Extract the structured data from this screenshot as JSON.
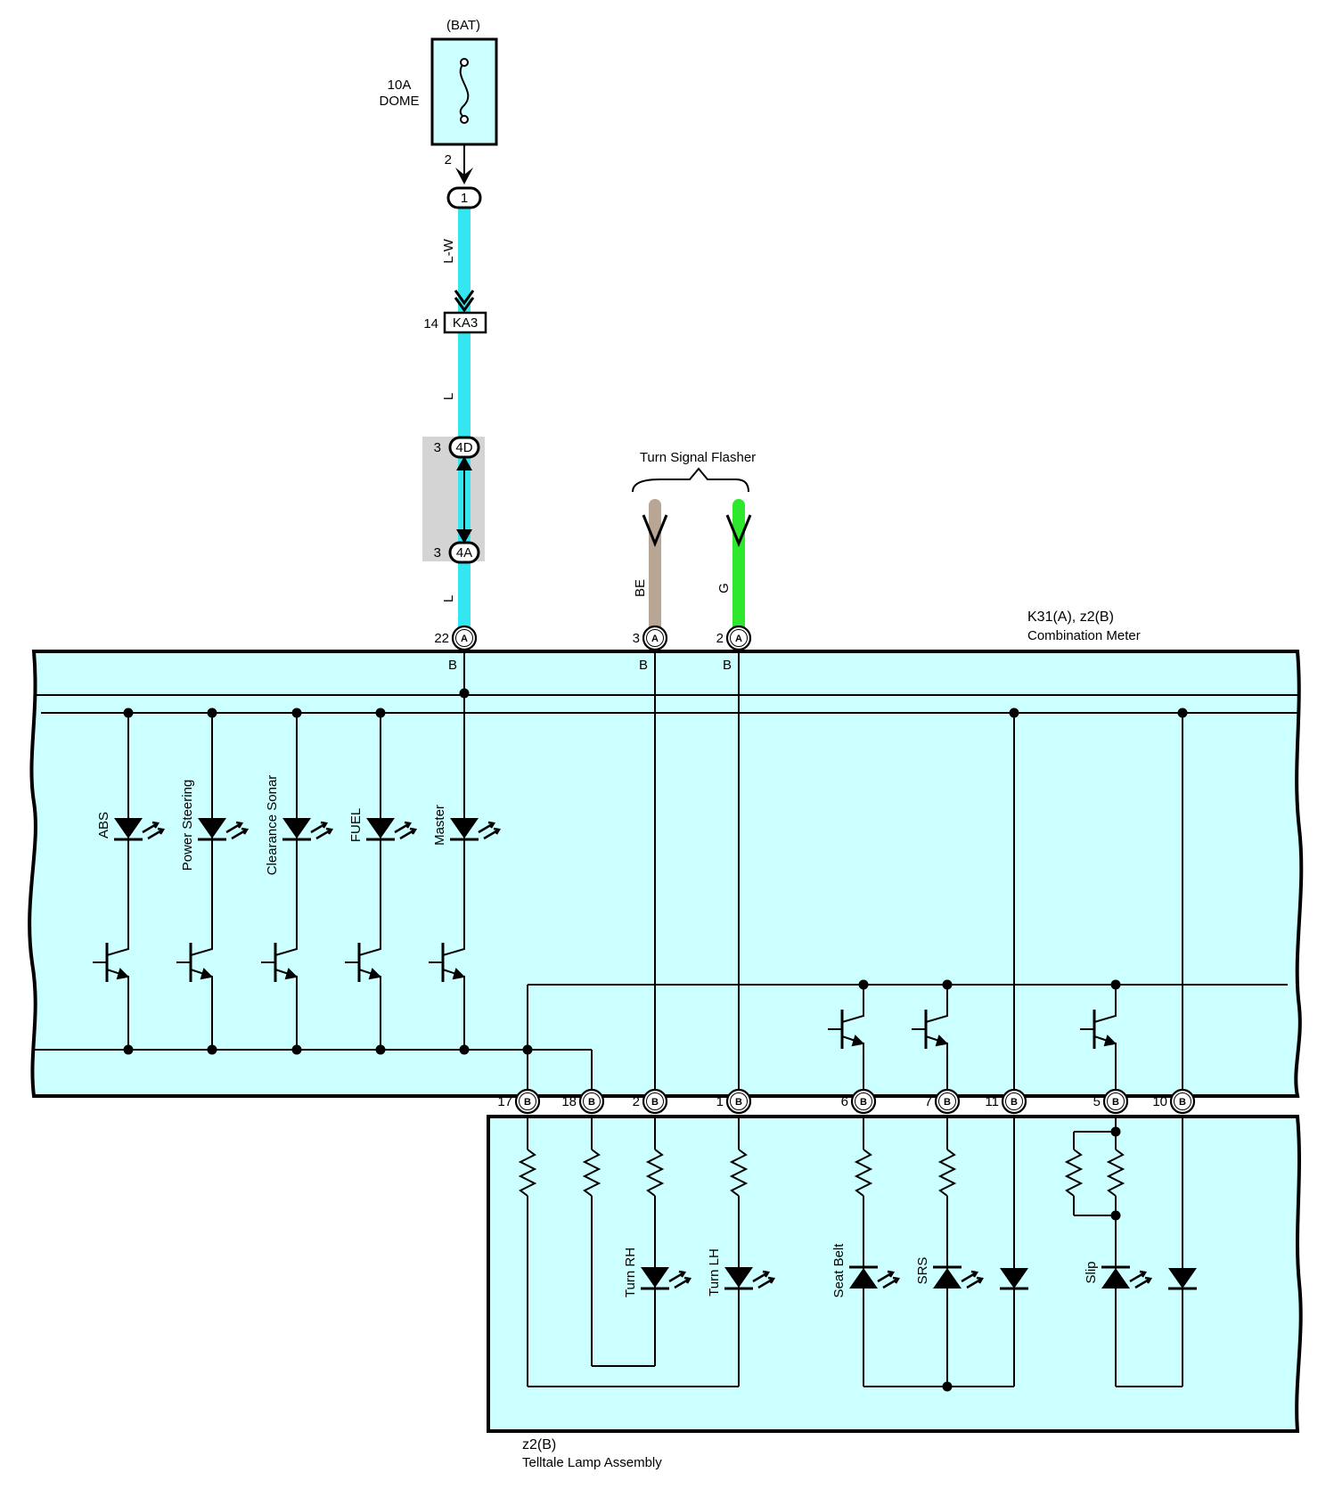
{
  "fuse": {
    "source": "(BAT)",
    "rating": "10A",
    "name": "DOME",
    "out_pin": "2"
  },
  "connectors": {
    "junction_1": "1",
    "ka3": {
      "id": "KA3",
      "pin": "14"
    },
    "j4d": {
      "id": "4D",
      "pin": "3"
    },
    "j4a": {
      "id": "4A",
      "pin": "3"
    }
  },
  "wires": {
    "lw": {
      "label": "L-W",
      "color": "#33e6f0"
    },
    "l_upper": {
      "label": "L",
      "color": "#33e6f0"
    },
    "l_lower": {
      "label": "L",
      "color": "#33e6f0"
    },
    "be": {
      "label": "BE",
      "color": "#b8a593"
    },
    "g": {
      "label": "G",
      "color": "#2ee82e"
    }
  },
  "flasher": {
    "title": "Turn Signal Flasher"
  },
  "combination_meter": {
    "connector": "K31(A), z2(B)",
    "name": "Combination Meter",
    "fill": "#ccffff",
    "pins_top": [
      {
        "num": "22",
        "conn": "A",
        "bus": "B"
      },
      {
        "num": "3",
        "conn": "A",
        "bus": "B"
      },
      {
        "num": "2",
        "conn": "A",
        "bus": "B"
      }
    ],
    "indicators": [
      "ABS",
      "Power Steering",
      "Clearance Sonar",
      "FUEL",
      "Master"
    ]
  },
  "pins_bottom": [
    {
      "num": "17",
      "conn": "B"
    },
    {
      "num": "18",
      "conn": "B"
    },
    {
      "num": "2",
      "conn": "B"
    },
    {
      "num": "1",
      "conn": "B"
    },
    {
      "num": "6",
      "conn": "B"
    },
    {
      "num": "7",
      "conn": "B"
    },
    {
      "num": "11",
      "conn": "B"
    },
    {
      "num": "5",
      "conn": "B"
    },
    {
      "num": "10",
      "conn": "B"
    }
  ],
  "telltale": {
    "connector": "z2(B)",
    "name": "Telltale Lamp Assembly",
    "lamps": [
      "Turn RH",
      "Turn LH",
      "Seat Belt",
      "SRS",
      "Slip"
    ]
  }
}
